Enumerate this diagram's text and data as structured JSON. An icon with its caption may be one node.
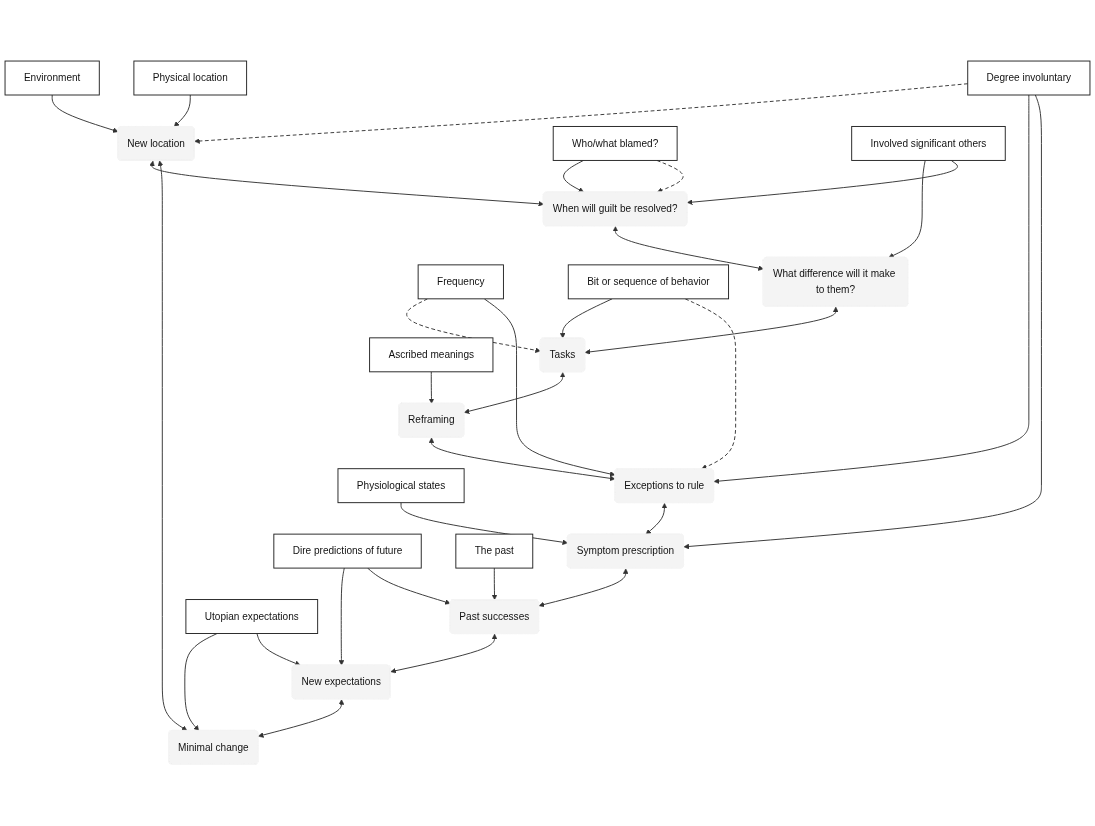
{
  "diagram": {
    "nodes": [
      {
        "text": [
          "Tasks"
        ]
      },
      {
        "text": [
          "Reframing"
        ]
      },
      {
        "text": [
          "What difference will it make to them?"
        ]
      },
      {
        "text": [
          "Bit or sequence of behavior"
        ]
      },
      {
        "text": [
          "Ascribed meanings"
        ]
      },
      {
        "text": [
          "Exceptions to rule"
        ]
      },
      {
        "text": [
          "When will guilt be resolved?"
        ]
      },
      {
        "text": [
          "Involved significant others"
        ]
      },
      {
        "text": [
          "Frequency"
        ]
      },
      {
        "text": [
          "Who/what blamed?"
        ]
      },
      {
        "text": [
          "Degree involuntary"
        ]
      },
      {
        "text": [
          "Symptom prescription"
        ]
      },
      {
        "text": [
          "New location"
        ]
      },
      {
        "text": [
          "Environment"
        ]
      },
      {
        "text": [
          "Physiological states"
        ]
      },
      {
        "text": [
          "Physical location"
        ]
      },
      {
        "text": [
          "The past"
        ]
      },
      {
        "text": [
          "Past successes"
        ]
      },
      {
        "text": [
          "Minimal change"
        ]
      },
      {
        "text": [
          "Utopian expectations"
        ]
      },
      {
        "text": [
          "Dire predictions of future"
        ]
      },
      {
        "text": [
          "New expectations"
        ]
      }
    ],
    "edges": [
      {
        "from": 2,
        "to": 0,
        "arrow": "both"
      },
      {
        "from": 0,
        "to": 1,
        "arrow": "both"
      },
      {
        "from": 1,
        "to": 5,
        "arrow": "both"
      },
      {
        "from": 5,
        "to": 11,
        "arrow": "both"
      },
      {
        "from": 11,
        "to": 17,
        "arrow": "both"
      },
      {
        "from": 17,
        "to": 21,
        "arrow": "both"
      },
      {
        "from": 21,
        "to": 18,
        "arrow": "both"
      },
      {
        "from": 18,
        "to": 12,
        "arrow": "both"
      },
      {
        "from": 12,
        "to": 6,
        "arrow": "both"
      },
      {
        "from": 6,
        "to": 2,
        "arrow": "both"
      },
      {
        "from": 3,
        "to": 0,
        "arrow": "to"
      },
      {
        "from": 3,
        "to": 5,
        "arrow": "to",
        "style": "dashed"
      },
      {
        "from": 4,
        "to": 1,
        "arrow": "to"
      },
      {
        "from": 8,
        "to": 0,
        "arrow": "to",
        "style": "dashed"
      },
      {
        "from": 8,
        "to": 5,
        "arrow": "to"
      },
      {
        "from": 7,
        "to": 2,
        "arrow": "to"
      },
      {
        "from": 7,
        "to": 6,
        "arrow": "to"
      },
      {
        "from": 9,
        "to": 6,
        "arrow": "to"
      },
      {
        "from": 9,
        "to": 6,
        "arrow": "to",
        "style": "dashed"
      },
      {
        "from": 10,
        "to": 12,
        "arrow": "to",
        "style": "dashed"
      },
      {
        "from": 10,
        "to": 5,
        "arrow": "to"
      },
      {
        "from": 10,
        "to": 11,
        "arrow": "to"
      },
      {
        "from": 13,
        "to": 12,
        "arrow": "to"
      },
      {
        "from": 15,
        "to": 12,
        "arrow": "to"
      },
      {
        "from": 14,
        "to": 11,
        "arrow": "to"
      },
      {
        "from": 16,
        "to": 17,
        "arrow": "to"
      },
      {
        "from": 19,
        "to": 18,
        "arrow": "to"
      },
      {
        "from": 19,
        "to": 21,
        "arrow": "to"
      },
      {
        "from": 20,
        "to": 21,
        "arrow": "to"
      },
      {
        "from": 20,
        "to": 17,
        "arrow": "to"
      }
    ]
  }
}
